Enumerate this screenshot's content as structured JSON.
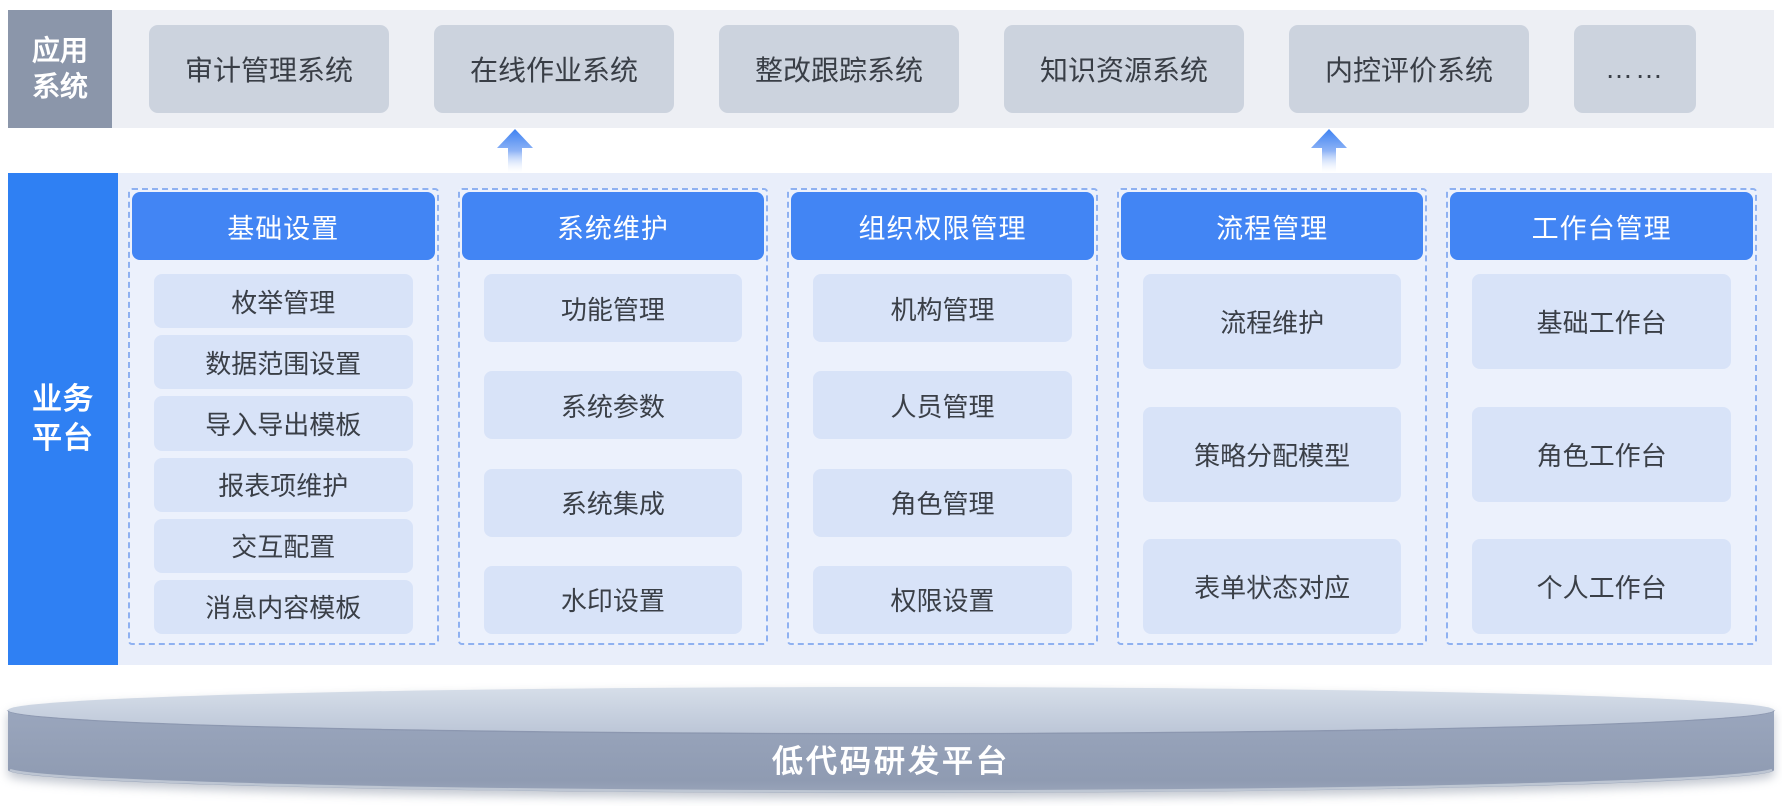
{
  "app_band": {
    "label": "应用系统",
    "label_line1": "应用",
    "label_line2": "系统",
    "systems": [
      "审计管理系统",
      "在线作业系统",
      "整改跟踪系统",
      "知识资源系统",
      "内控评价系统"
    ],
    "more_label": "……"
  },
  "platform": {
    "label": "业务平台",
    "label_line1": "业务",
    "label_line2": "平台",
    "columns": [
      {
        "title": "基础设置",
        "items": [
          "枚举管理",
          "数据范围设置",
          "导入导出模板",
          "报表项维护",
          "交互配置",
          "消息内容模板"
        ]
      },
      {
        "title": "系统维护",
        "items": [
          "功能管理",
          "系统参数",
          "系统集成",
          "水印设置"
        ]
      },
      {
        "title": "组织权限管理",
        "items": [
          "机构管理",
          "人员管理",
          "角色管理",
          "权限设置"
        ]
      },
      {
        "title": "流程管理",
        "items": [
          "流程维护",
          "策略分配模型",
          "表单状态对应"
        ]
      },
      {
        "title": "工作台管理",
        "items": [
          "基础工作台",
          "角色工作台",
          "个人工作台"
        ]
      }
    ]
  },
  "foundation": {
    "label": "低代码研发平台"
  },
  "colors": {
    "app_label_bg": "#8b96aa",
    "app_box_bg": "#ccd3de",
    "strip_bg": "#edeff4",
    "platform_bg": "#e9eefa",
    "sidebar_blue": "#2f80f3",
    "header_blue": "#4285f4",
    "item_bg": "#d8e3f8",
    "dashed_border": "#8fb1f1",
    "arrow_blue": "#3e82f2",
    "cylinder_top": "#ccd4e2",
    "cylinder_side": "#95a1b9"
  }
}
